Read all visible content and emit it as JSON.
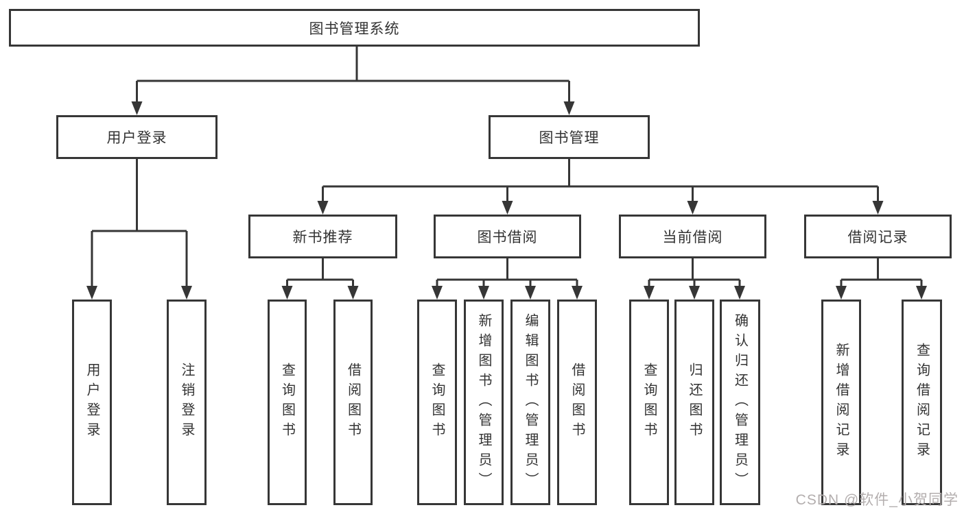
{
  "tree": {
    "root": {
      "label": "图书管理系统"
    },
    "branches": [
      {
        "label": "用户登录",
        "children": [
          {
            "label": "用户登录"
          },
          {
            "label": "注销登录"
          }
        ]
      },
      {
        "label": "图书管理",
        "children": [
          {
            "label": "新书推荐",
            "children": [
              {
                "label": "查询图书"
              },
              {
                "label": "借阅图书"
              }
            ]
          },
          {
            "label": "图书借阅",
            "children": [
              {
                "label": "查询图书"
              },
              {
                "label": "新增图书（管理员）"
              },
              {
                "label": "编辑图书（管理员）"
              },
              {
                "label": "借阅图书"
              }
            ]
          },
          {
            "label": "当前借阅",
            "children": [
              {
                "label": "查询图书"
              },
              {
                "label": "归还图书"
              },
              {
                "label": "确认归还（管理员）"
              }
            ]
          },
          {
            "label": "借阅记录",
            "children": [
              {
                "label": "新增借阅记录"
              },
              {
                "label": "查询借阅记录"
              }
            ]
          }
        ]
      }
    ]
  },
  "watermark": {
    "text": "CSDN @软件_小贺同学"
  },
  "colors": {
    "line": "#363636",
    "text": "#333333",
    "background": "#ffffff",
    "watermark": "#b3aeae"
  }
}
